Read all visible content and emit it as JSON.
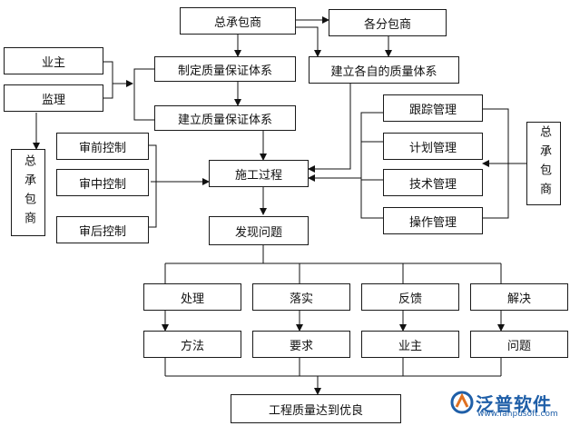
{
  "nodes": {
    "main_contractor": "总承包商",
    "subcontractors": "各分包商",
    "owner": "业主",
    "supervisor": "监理",
    "main_contractor_left": "总承包商",
    "formulate_system": "制定质量保证体系",
    "build_own_system": "建立各自的质量体系",
    "establish_system": "建立质量保证体系",
    "pre_control": "审前控制",
    "mid_control": "审中控制",
    "post_control": "审后控制",
    "construction": "施工过程",
    "tracking": "跟踪管理",
    "planning": "计划管理",
    "technical": "技术管理",
    "operation": "操作管理",
    "main_contractor_right": "总承包商",
    "discover_problems": "发现问题",
    "handle": "处理",
    "implement": "落实",
    "feedback": "反馈",
    "resolve": "解决",
    "method": "方法",
    "requirement": "要求",
    "owner_bottom": "业主",
    "problem": "问题",
    "final": "工程质量达到优良"
  },
  "logo": {
    "name": "泛普软件",
    "url": "www.fanpusoft.com",
    "icon": "fanpu-logo-icon",
    "color": "#1f5fa8"
  }
}
